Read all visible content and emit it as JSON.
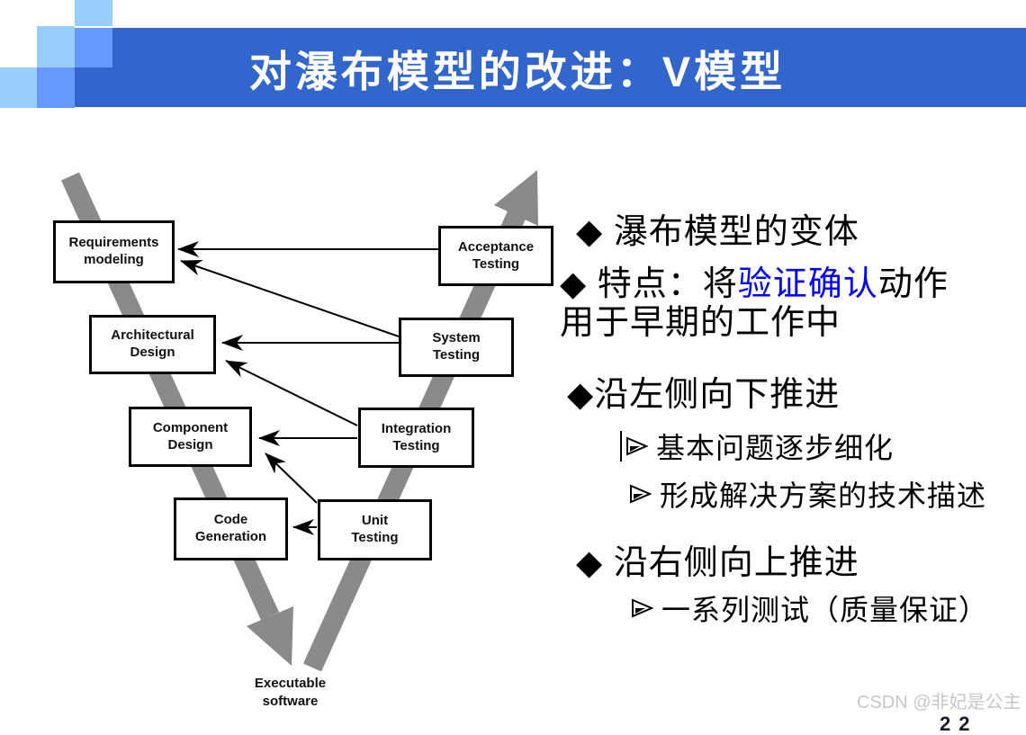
{
  "header": {
    "title": "对瀑布模型的改进：V模型",
    "banner_color": "#3366CC",
    "square_light_color": "#99CCFF",
    "square_medium_color": "#6699FF"
  },
  "diagram": {
    "arm_color": "#8A8A8A",
    "boxes": {
      "requirements": "Requirements\nmodeling",
      "architectural": "Architectural\nDesign",
      "component": "Component\nDesign",
      "code": "Code\nGeneration",
      "unit": "Unit\nTesting",
      "integration": "Integration\nTesting",
      "system": "System\nTesting",
      "acceptance": "Acceptance\nTesting"
    },
    "caption": "Executable\nsoftware",
    "arrows": [
      "Acceptance Testing → Requirements modeling",
      "System Testing → Requirements modeling",
      "System Testing → Architectural Design",
      "Integration Testing → Architectural Design",
      "Integration Testing → Component Design",
      "Unit Testing → Component Design",
      "Unit Testing → Code Generation"
    ]
  },
  "bullets": {
    "variant": "◆ 瀑布模型的变体",
    "feature": {
      "line1_prefix": "◆ 特点：将",
      "highlight": "验证确认",
      "line1_suffix": "动作",
      "line2": "用于早期的工作中",
      "highlight_color": "#0000FF"
    },
    "left_side": "◆沿左侧向下推进",
    "sub_refine": "基本问题逐步细化",
    "sub_describe": "形成解决方案的技术描述",
    "right_side": "◆ 沿右侧向上推进",
    "sub_tests": "一系列测试（质量保证）"
  },
  "watermark": "CSDN @非妃是公主",
  "page_number": "22"
}
